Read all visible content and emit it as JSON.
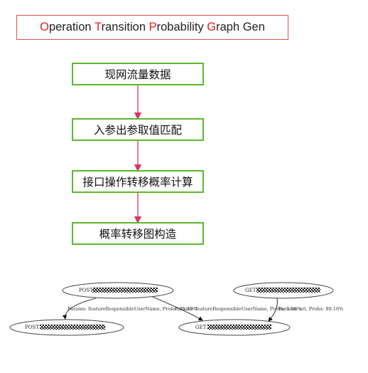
{
  "title": {
    "segments": [
      {
        "cap": "O",
        "rest": "peration "
      },
      {
        "cap": "T",
        "rest": "ransition "
      },
      {
        "cap": "P",
        "rest": "robability "
      },
      {
        "cap": "G",
        "rest": "raph Gen"
      }
    ]
  },
  "flow": {
    "steps": [
      "现网流量数据",
      "入参出参取值匹配",
      "接口操作转移概率计算",
      "概率转移图构造"
    ],
    "box_color": "#5cb82e",
    "arrow_color": "#d6336c"
  },
  "graph": {
    "nodes": [
      {
        "id": "post-top",
        "label": "POST"
      },
      {
        "id": "get-top",
        "label": "GET"
      },
      {
        "id": "post-bottom",
        "label": "POST"
      },
      {
        "id": "get-bottom",
        "label": "GET"
      }
    ],
    "edges": [
      {
        "label": "Params: featureResponsibleUserName, Probs: 75.39%"
      },
      {
        "label": "Params: featureResponsibleUserName, Probs: 1.08%"
      },
      {
        "label": "Params: uri, Probs: 88.16%"
      }
    ]
  }
}
